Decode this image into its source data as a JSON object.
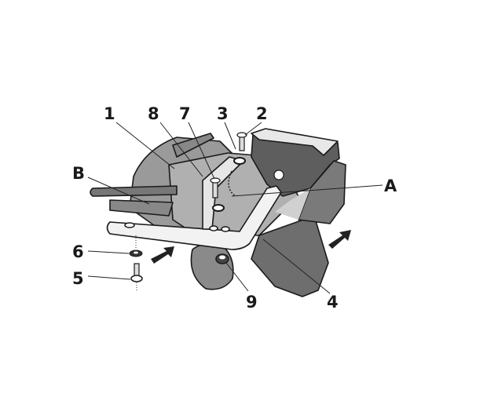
{
  "figure": {
    "type": "exploded assembly diagram",
    "callouts": {
      "c1": "1",
      "c8": "8",
      "c7": "7",
      "c3": "3",
      "c2": "2",
      "cB": "B",
      "cA": "A",
      "c6": "6",
      "c5": "5",
      "c9": "9",
      "c4": "4"
    },
    "colors": {
      "ink": "#1a1a1a",
      "dark_gray": "#6e6e6e",
      "mid_gray": "#9a9a9a",
      "light_gray": "#c8c8c8"
    }
  }
}
